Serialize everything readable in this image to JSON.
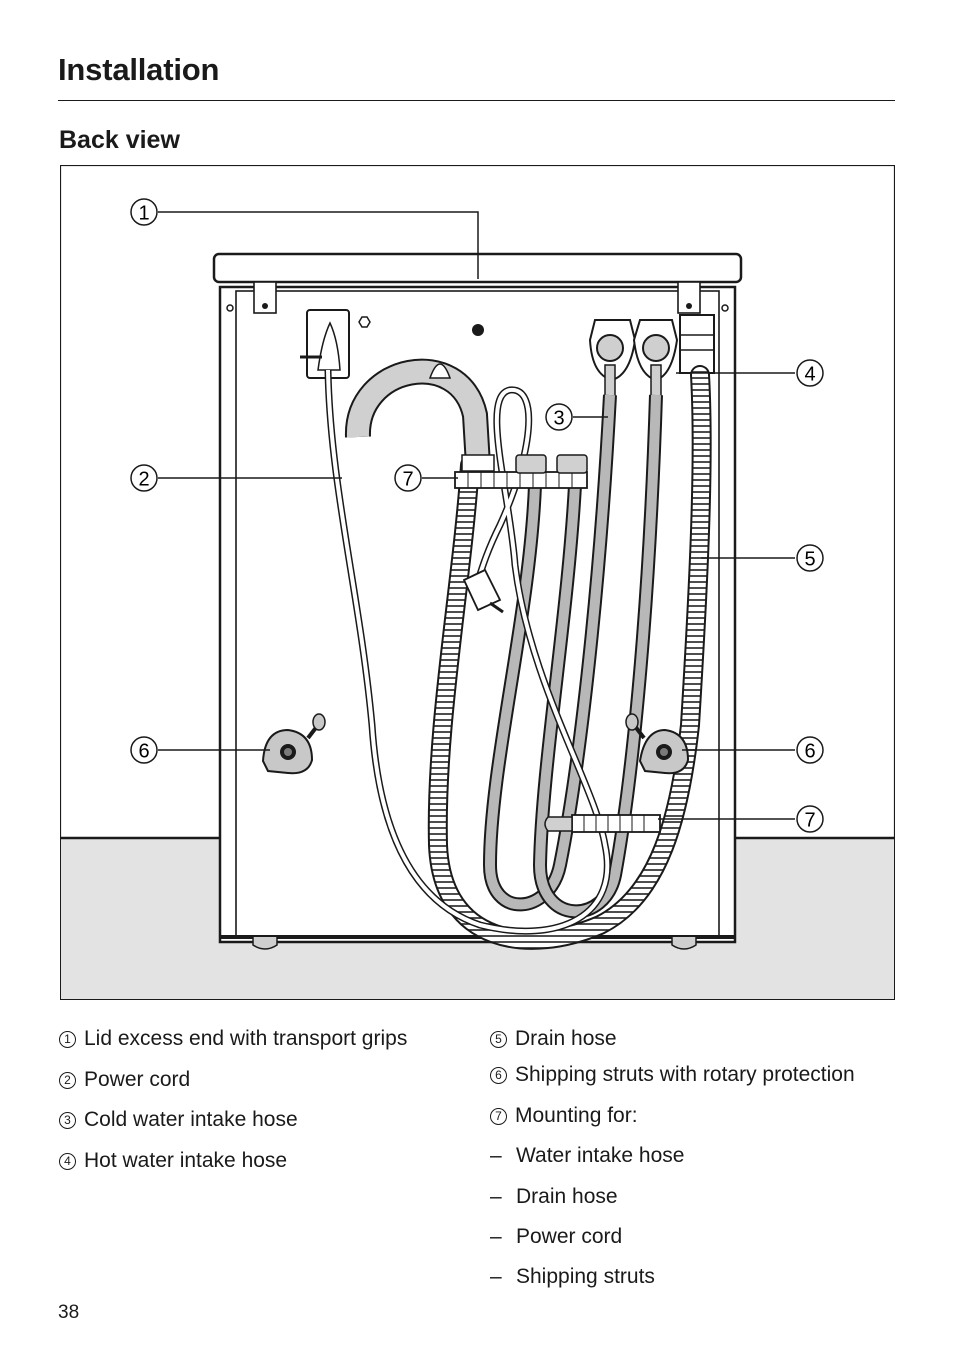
{
  "header": {
    "title": "Installation"
  },
  "section": {
    "title": "Back view"
  },
  "diagram": {
    "callouts": [
      "1",
      "2",
      "3",
      "4",
      "5",
      "6",
      "6",
      "7",
      "7"
    ]
  },
  "legend": {
    "left": [
      {
        "num": "1",
        "text": "Lid excess end with transport grips"
      },
      {
        "num": "2",
        "text": "Power cord"
      },
      {
        "num": "3",
        "text": "Cold water intake hose"
      },
      {
        "num": "4",
        "text": "Hot water intake hose"
      }
    ],
    "right": [
      {
        "num": "5",
        "text": "Drain hose"
      },
      {
        "num": "6",
        "text": "Shipping struts with rotary protection"
      },
      {
        "num": "7",
        "text": "Mounting for:"
      }
    ],
    "sub_items": [
      {
        "dash": "–",
        "text": "Water intake hose"
      },
      {
        "dash": "–",
        "text": "Drain hose"
      },
      {
        "dash": "–",
        "text": "Power cord"
      },
      {
        "dash": "–",
        "text": "Shipping struts"
      }
    ]
  },
  "footer": {
    "page_number": "38"
  }
}
